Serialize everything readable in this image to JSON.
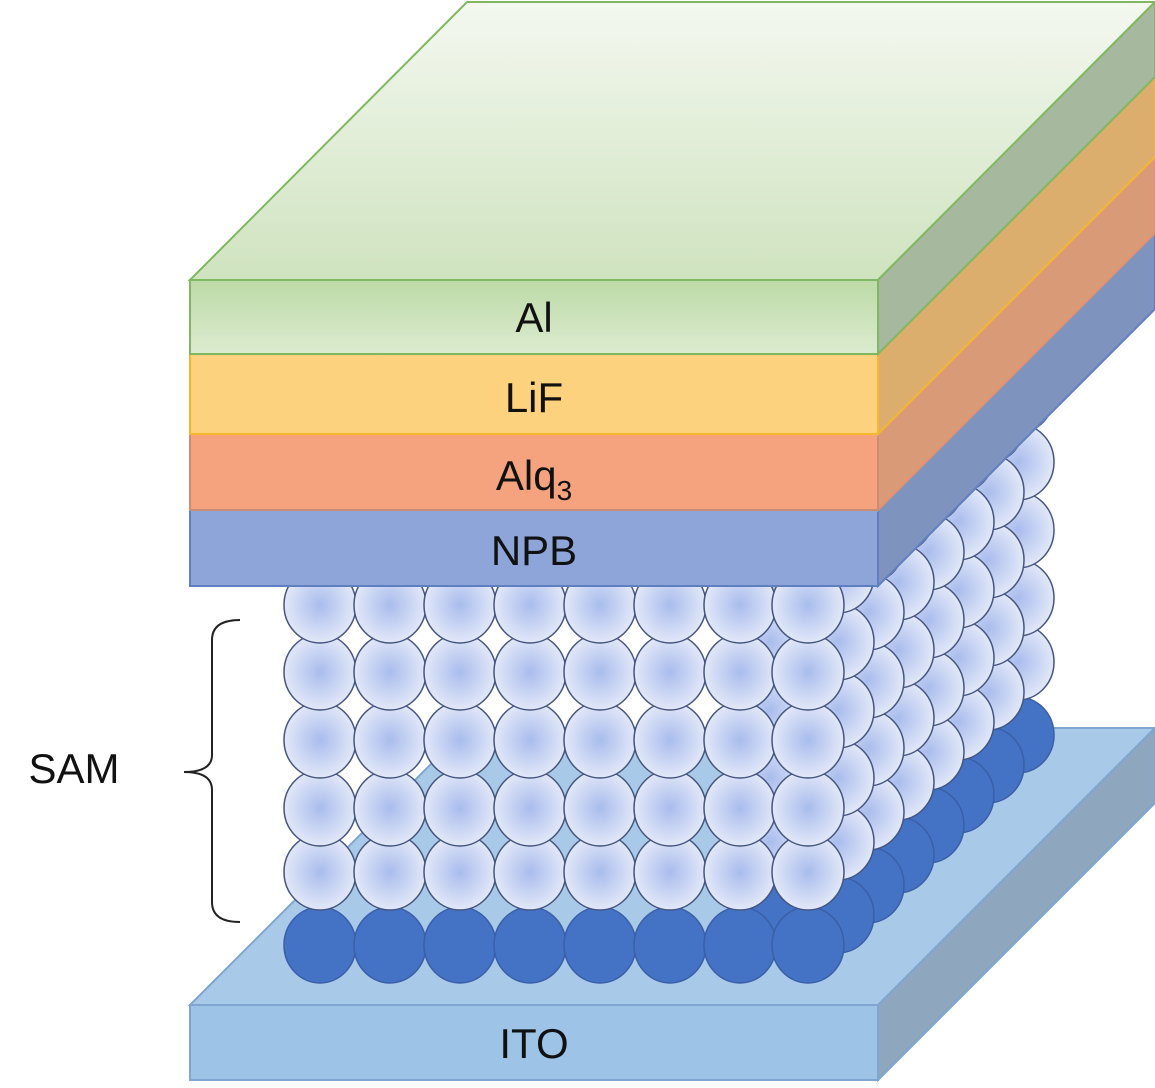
{
  "layers": {
    "al": {
      "label": "Al",
      "color": "#c6dfb3"
    },
    "lif": {
      "label": "LiF",
      "color": "#fdd27f"
    },
    "alq3": {
      "label": "Alq",
      "subscript": "3",
      "color": "#f4a37e"
    },
    "npb": {
      "label": "NPB",
      "color": "#8ea5d9"
    },
    "ito": {
      "label": "ITO",
      "color": "#9dc3e6"
    }
  },
  "sam": {
    "label": "SAM",
    "molecule_color": "#c9d5f2",
    "anchor_color": "#4472c4"
  }
}
